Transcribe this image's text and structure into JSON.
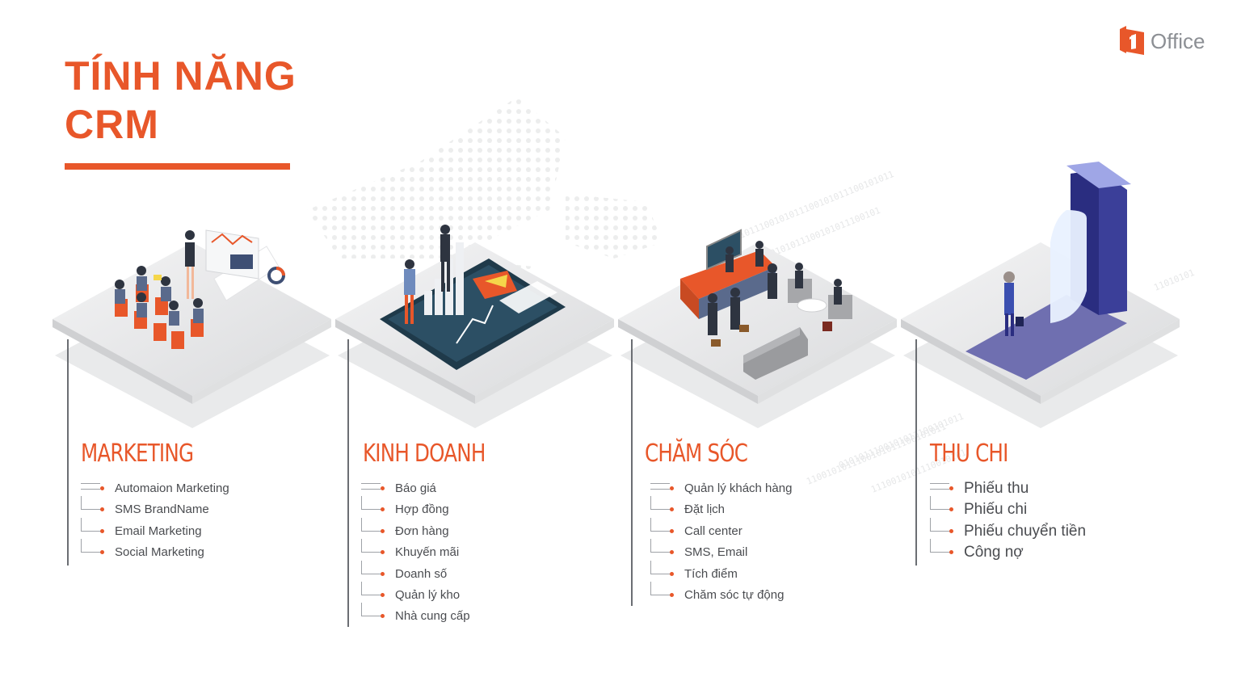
{
  "title": {
    "line1": "TÍNH NĂNG",
    "line2": "CRM"
  },
  "logo": {
    "text": "Office",
    "mark": "1"
  },
  "colors": {
    "accent": "#e8572a",
    "text": "#4a4c50",
    "line": "#6b6e73"
  },
  "columns": [
    {
      "title": "MARKETING",
      "illustration": "marketing-seminar-icon",
      "items": [
        "Automaion Marketing",
        "SMS BrandName",
        "Email Marketing",
        "Social Marketing"
      ]
    },
    {
      "title": "KINH DOANH",
      "illustration": "sales-dashboard-icon",
      "items": [
        "Báo giá",
        "Hợp đồng",
        "Đơn hàng",
        "Khuyến mãi",
        "Doanh số",
        "Quản lý kho",
        "Nhà cung cấp"
      ]
    },
    {
      "title": "CHĂM SÓC",
      "illustration": "customer-care-reception-icon",
      "items": [
        "Quản lý khách hàng",
        "Đặt lịch",
        "Call center",
        "SMS, Email",
        "Tích điểm",
        "Chăm sóc tự động"
      ]
    },
    {
      "title": "THU CHI",
      "illustration": "payment-phone-receipt-icon",
      "items": [
        "Phiếu thu",
        "Phiếu chi",
        "Phiếu chuyển tiền",
        "Công nợ"
      ]
    }
  ]
}
